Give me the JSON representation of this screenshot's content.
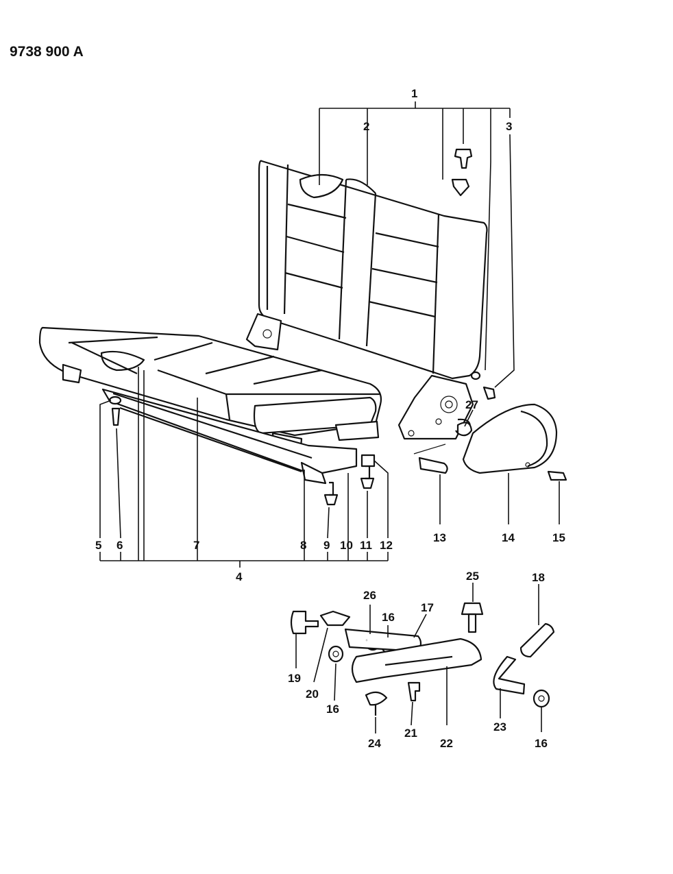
{
  "diagram_code": "9738 900 A",
  "callouts": {
    "c1": "1",
    "c2": "2",
    "c3": "3",
    "c4": "4",
    "c5": "5",
    "c6": "6",
    "c7": "7",
    "c8": "8",
    "c9": "9",
    "c10": "10",
    "c11": "11",
    "c12": "12",
    "c13": "13",
    "c14": "14",
    "c15": "15",
    "c16a": "16",
    "c16b": "16",
    "c16c": "16",
    "c17": "17",
    "c18": "18",
    "c19": "19",
    "c20": "20",
    "c21": "21",
    "c22": "22",
    "c23": "23",
    "c24": "24",
    "c25": "25",
    "c26": "26",
    "c27": "27"
  }
}
